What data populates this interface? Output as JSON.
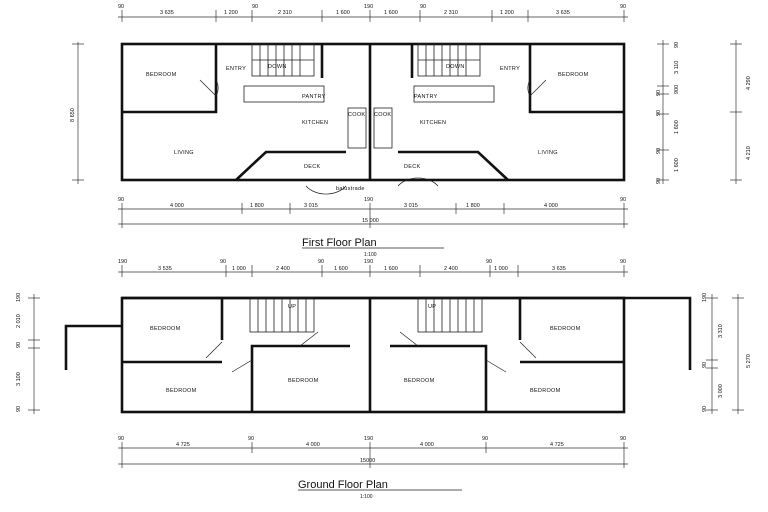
{
  "first_floor": {
    "title": "First Floor Plan",
    "scale": "1:100",
    "rooms": {
      "bedroom_l": "BEDROOM",
      "bedroom_r": "BEDROOM",
      "entry_l": "ENTRY",
      "entry_r": "ENTRY",
      "down_l": "DOWN",
      "down_r": "DOWN",
      "kitchen_l": "KITCHEN",
      "kitchen_r": "KITCHEN",
      "cook_l": "COOK",
      "cook_r": "COOK",
      "living_l": "LIVING",
      "living_r": "LIVING",
      "deck_l": "DECK",
      "deck_r": "DECK",
      "pantry_l": "PANTRY",
      "pantry_r": "PANTRY",
      "balustrade": "balustrade"
    },
    "top_dims": [
      "90",
      "3 635",
      "1 200",
      "90",
      "2 310",
      "1 600",
      "190",
      "1 600",
      "90",
      "2 310",
      "1 200",
      "3 635",
      "90"
    ],
    "bottom_dims": [
      "90",
      "4 000",
      "1 800",
      "3 015",
      "190",
      "3 015",
      "1 800",
      "4 000",
      "90"
    ],
    "overall": "15 000",
    "left_dim": "8 650",
    "right_dims": [
      "90",
      "3 110",
      "90",
      "900",
      "90",
      "1 600",
      "90",
      "1 600",
      "90"
    ],
    "right_totals": [
      "4 290",
      "4 210"
    ]
  },
  "ground_floor": {
    "title": "Ground Floor Plan",
    "scale": "1:100",
    "rooms": {
      "bedroom_tl": "BEDROOM",
      "bedroom_bl": "BEDROOM",
      "bedroom_cl": "BEDROOM",
      "bedroom_cr": "BEDROOM",
      "bedroom_tr": "BEDROOM",
      "bedroom_br": "BEDROOM",
      "up_l": "UP",
      "up_r": "UP"
    },
    "top_dims": [
      "190",
      "3 535",
      "90",
      "1 000",
      "2 400",
      "90",
      "1 600",
      "190",
      "1 600",
      "2 400",
      "90",
      "1 000",
      "3 635",
      "90"
    ],
    "bottom_dims": [
      "90",
      "4 725",
      "90",
      "4 000",
      "190",
      "4 000",
      "90",
      "4 725",
      "90"
    ],
    "overall": "15000",
    "left_dims": [
      "190",
      "2 010",
      "90",
      "3 100",
      "90"
    ],
    "right_dims": [
      "190",
      "3 310",
      "90",
      "3 000",
      "90"
    ],
    "right_total": "5 270"
  }
}
